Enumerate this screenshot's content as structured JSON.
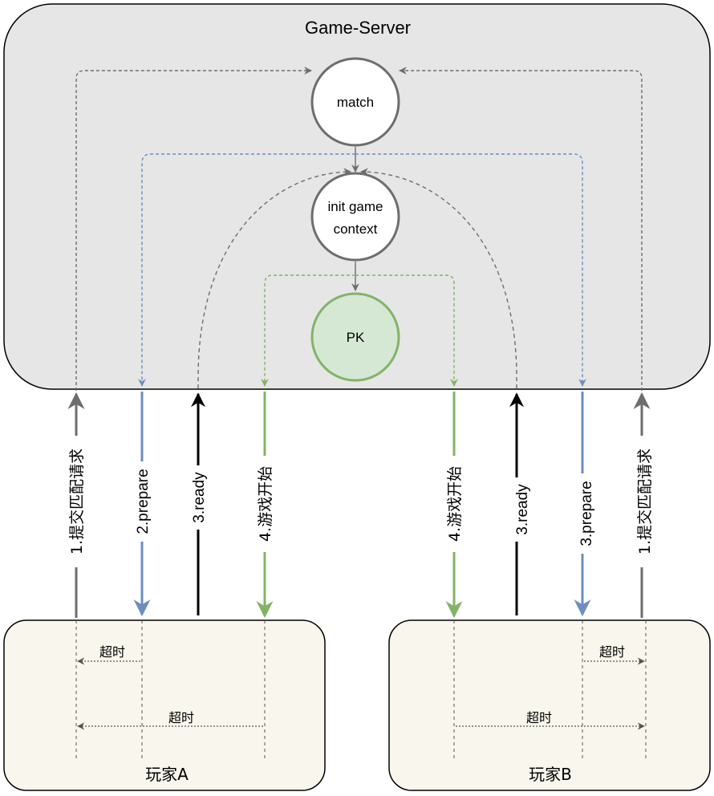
{
  "server": {
    "title": "Game-Server"
  },
  "nodes": {
    "match": "match",
    "init_line1": "init game",
    "init_line2": "context",
    "pk": "PK"
  },
  "edges": {
    "a_submit": "1.提交匹配请求",
    "a_prepare": "2.prepare",
    "a_ready": "3.ready",
    "a_start": "4.游戏开始",
    "b_start": "4.游戏开始",
    "b_ready": "3.ready",
    "b_prepare": "3.prepare",
    "b_submit": "1.提交匹配请求"
  },
  "players": {
    "a": {
      "name": "玩家A",
      "timeout_short": "超时",
      "timeout_long": "超时"
    },
    "b": {
      "name": "玩家B",
      "timeout_short": "超时",
      "timeout_long": "超时"
    }
  },
  "colors": {
    "server_fill": "#e6e6e6",
    "player_fill": "#f9f7ed",
    "gray_arrow": "#6d6d6d",
    "blue_arrow": "#6c8ebf",
    "green_arrow": "#82b366",
    "black_arrow": "#000000",
    "pk_fill": "#d5e8d4"
  }
}
